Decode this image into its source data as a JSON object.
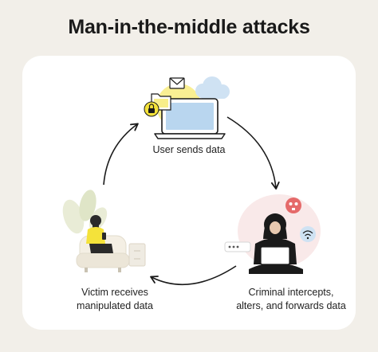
{
  "title": "Man-in-the-middle attacks",
  "steps": {
    "user": "User sends data",
    "criminal": "Criminal intercepts,\nalters, and forwards data",
    "victim": "Victim receives\nmanipulated data"
  },
  "colors": {
    "background": "#f2efe9",
    "card": "#ffffff",
    "accent_yellow": "#f4e23a",
    "accent_blue": "#b9d6ef",
    "danger_red": "#e56a6a",
    "ink": "#1a1a1a"
  },
  "icons": [
    "laptop-icon",
    "folder-icon",
    "lock-icon",
    "envelope-icon",
    "cloud-icon",
    "hacker-icon",
    "skull-icon",
    "wifi-icon",
    "victim-person-icon",
    "armchair-icon",
    "plant-icon"
  ]
}
